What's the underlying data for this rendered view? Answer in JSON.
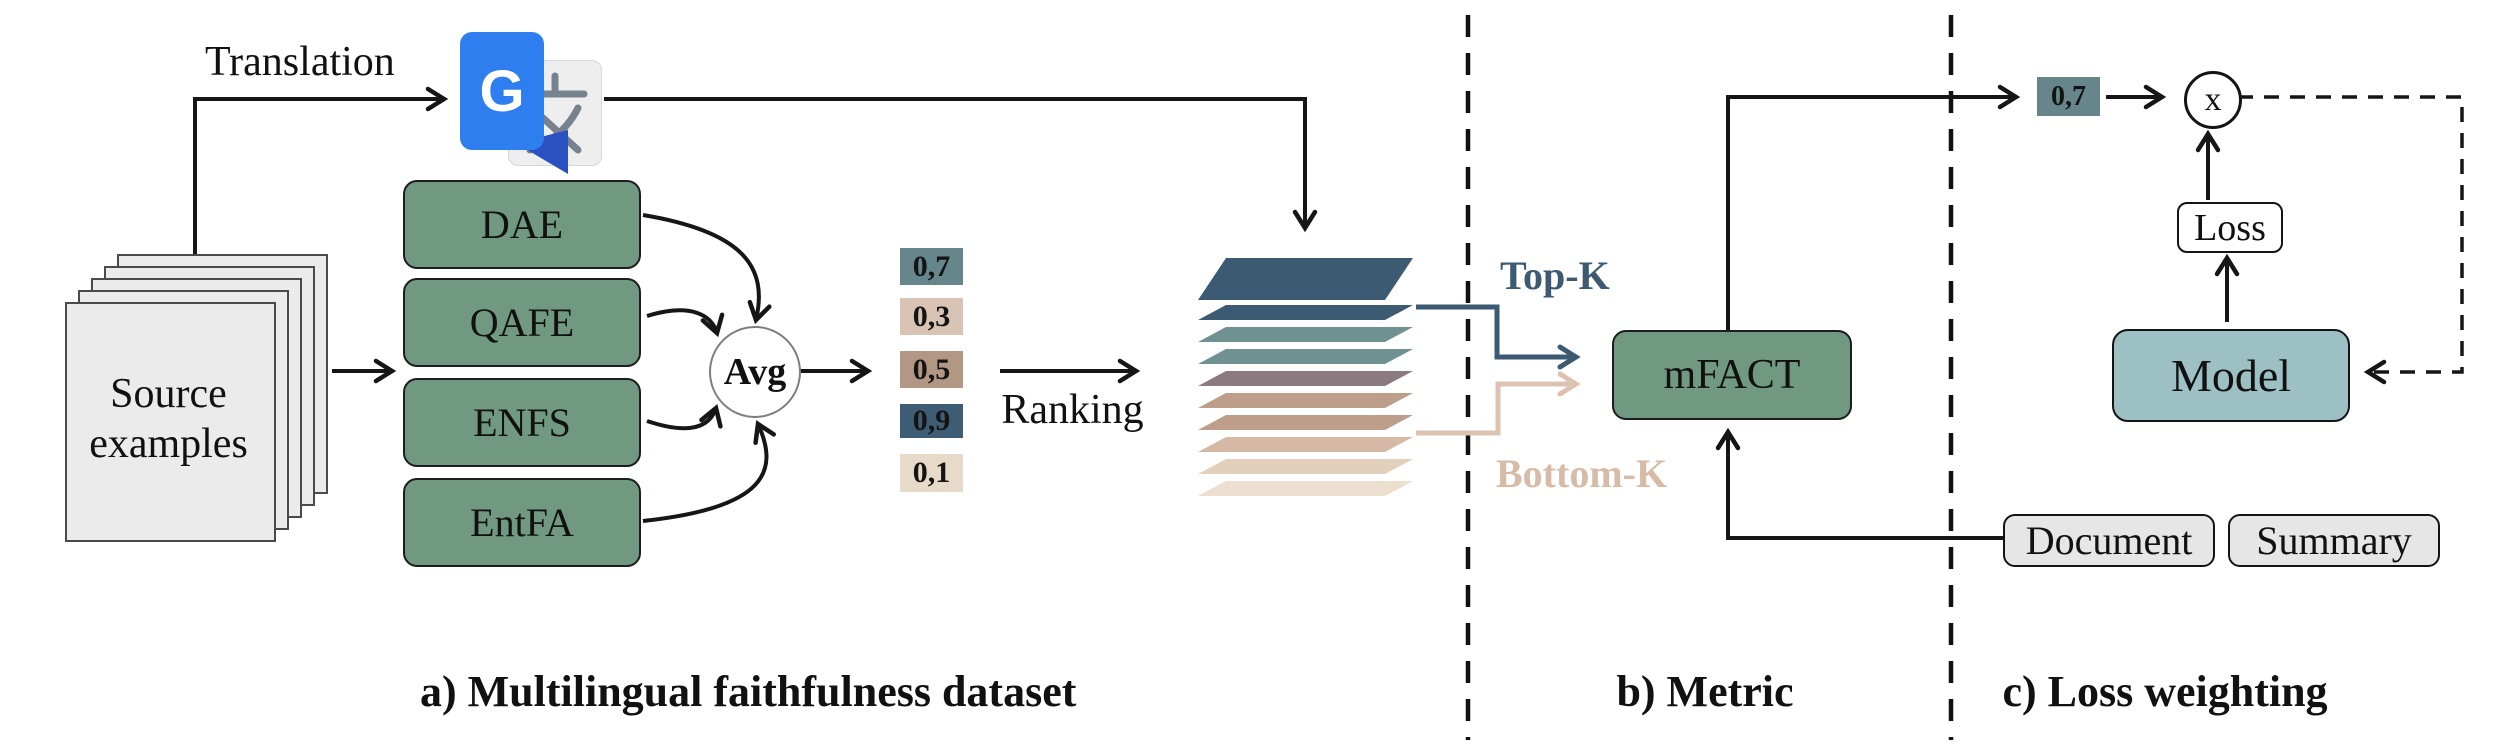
{
  "figure": {
    "captions": {
      "a": "a) Multilingual faithfulness dataset",
      "b": "b) Metric",
      "c": "c) Loss weighting"
    }
  },
  "colors": {
    "green": "#719981",
    "slate": "#3d5a73",
    "tan_line": "#dcc3b1",
    "tan_text": "#d6bba8",
    "model_blue": "#9cc0c3",
    "line_black": "#161616",
    "gt_blue": "#2f7ef0",
    "gt_fold": "#2b50c0",
    "gt_gray": "#eeeeee",
    "gt_glyph": "#76828e",
    "box_gray": "#e6e6e6"
  },
  "panel_a": {
    "translation_label": "Translation",
    "source_stack": {
      "line1": "Source",
      "line2": "examples"
    },
    "translator_icon": {
      "letter": "G",
      "glyph_name": "chinese-character"
    },
    "scorers": [
      {
        "label": "DAE"
      },
      {
        "label": "QAFE"
      },
      {
        "label": "ENFS"
      },
      {
        "label": "EntFA"
      }
    ],
    "avg_label": "Avg",
    "scores": [
      {
        "label": "0,7",
        "color": "#67868c"
      },
      {
        "label": "0,3",
        "color": "#d9c3b5"
      },
      {
        "label": "0,5",
        "color": "#b29884"
      },
      {
        "label": "0,9",
        "color": "#3e5d75"
      },
      {
        "label": "0,1",
        "color": "#e8dac8"
      }
    ],
    "ranking_label": "Ranking",
    "layers": {
      "colors": [
        "#3d5a73",
        "#3d5a73",
        "#6f9191",
        "#6f9191",
        "#8b7b80",
        "#bc9e8b",
        "#bc9e8b",
        "#d5b9a4",
        "#e2d0bd",
        "#ecdfd0"
      ]
    }
  },
  "panel_b": {
    "top_k_label": "Top-K",
    "bottom_k_label": "Bottom-K",
    "mfact_label": "mFACT"
  },
  "panel_c": {
    "weight_chip": {
      "label": "0,7",
      "color": "#67868c"
    },
    "multiply_label": "x",
    "loss_label": "Loss",
    "model_label": "Model",
    "document_label": "Document",
    "summary_label": "Summary"
  }
}
